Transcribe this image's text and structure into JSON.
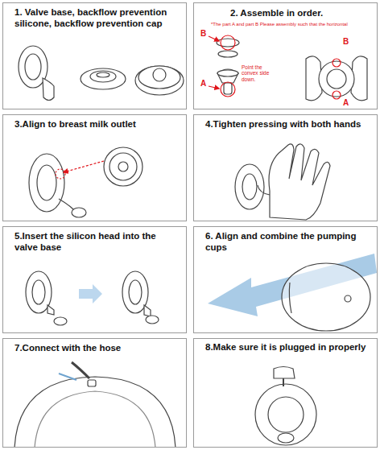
{
  "diagram": {
    "nodes": [
      {
        "text": [
          "1. Valve base, backflow prevention silicone, backflow prevention cap"
        ]
      },
      {
        "text": [
          "2. Assemble in order."
        ]
      },
      {
        "text": [
          "3.Align to breast milk outlet"
        ]
      },
      {
        "text": [
          "4.Tighten pressing with both hands"
        ]
      },
      {
        "text": [
          "5.Insert the silicon head into the valve base"
        ]
      },
      {
        "text": [
          "6. Align and combine the pumping cups"
        ]
      },
      {
        "text": [
          "7.Connect with the hose"
        ]
      },
      {
        "text": [
          "8.Make sure it is plugged in properly"
        ]
      }
    ],
    "labels": [
      "*The part A and part B Please assembly such that the horizontal",
      "B",
      "A",
      "Point the convex side down.",
      "B",
      "A"
    ]
  }
}
